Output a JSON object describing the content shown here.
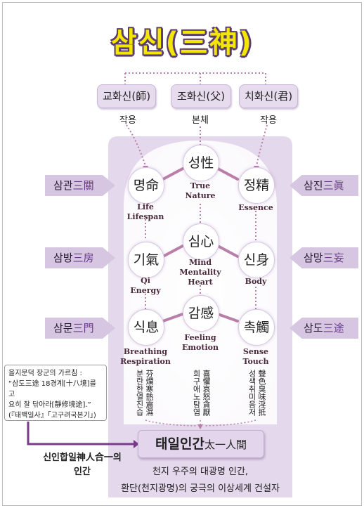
{
  "title": "삼신(三神)",
  "gods": [
    {
      "label": "교화신(師)",
      "role": "작용"
    },
    {
      "label": "조화신(父)",
      "role": "본체"
    },
    {
      "label": "치화신(君)",
      "role": "작용"
    }
  ],
  "nodes": {
    "seongseong": {
      "label": "성性",
      "eng": [
        "True",
        "Nature"
      ]
    },
    "myeong": {
      "label": "명命",
      "eng": [
        "Life",
        "Lifespan"
      ]
    },
    "jeong": {
      "label": "정精",
      "eng": [
        "Essence"
      ]
    },
    "simsim": {
      "label": "심心",
      "eng": [
        "Mind",
        "Mentality",
        "Heart"
      ]
    },
    "gi": {
      "label": "기氣",
      "eng": [
        "Qi",
        "Energy"
      ]
    },
    "sin": {
      "label": "신身",
      "eng": [
        "Body"
      ]
    },
    "gam": {
      "label": "감感",
      "eng": [
        "Feeling",
        "Emotion"
      ]
    },
    "sik": {
      "label": "식息",
      "eng": [
        "Breathing",
        "Respiration"
      ]
    },
    "chok": {
      "label": "촉觸",
      "eng": [
        "Sense",
        "Touch"
      ]
    }
  },
  "side_tags": {
    "left": [
      {
        "ko": "삼관",
        "han": "三關"
      },
      {
        "ko": "삼방",
        "han": "三房"
      },
      {
        "ko": "삼문",
        "han": "三門"
      }
    ],
    "right": [
      {
        "ko": "삼진",
        "han": "三眞"
      },
      {
        "ko": "삼망",
        "han": "三妄"
      },
      {
        "ko": "삼도",
        "han": "三途"
      }
    ]
  },
  "vertical_columns": {
    "left": [
      "분란한열진습",
      "芬爛寒熱震濕"
    ],
    "center": [
      "희구애노탐염",
      "喜懼哀怒貪厭"
    ],
    "right": [
      "성색취미음저",
      "聲色臭味淫抵"
    ]
  },
  "quote": {
    "line1": "을지문덕 장군의 가르침 :",
    "line2": "“삼도三途 18경계[十八境]를 고",
    "line3": "요히 잘 닦아라[靜修境途].”",
    "line4": "(『태백일사』「고구려국본기」)"
  },
  "union": {
    "line1": "신인합일神人合一의",
    "line2": "인간"
  },
  "taeil": {
    "ko": "태일인간",
    "han": "太一人間"
  },
  "bottom": {
    "line1": "천지 우주의 대광명 인간,",
    "line2": "환단(천지광명)의 궁극의 이상세계 건설자"
  },
  "colors": {
    "title_fill": "#f3e600",
    "title_outline": "#5a3d6e",
    "panel": "#e4d8ec",
    "box": "#e7dcee",
    "accent_line": "#b97fa8",
    "union_arrow": "#7a3a8a"
  }
}
